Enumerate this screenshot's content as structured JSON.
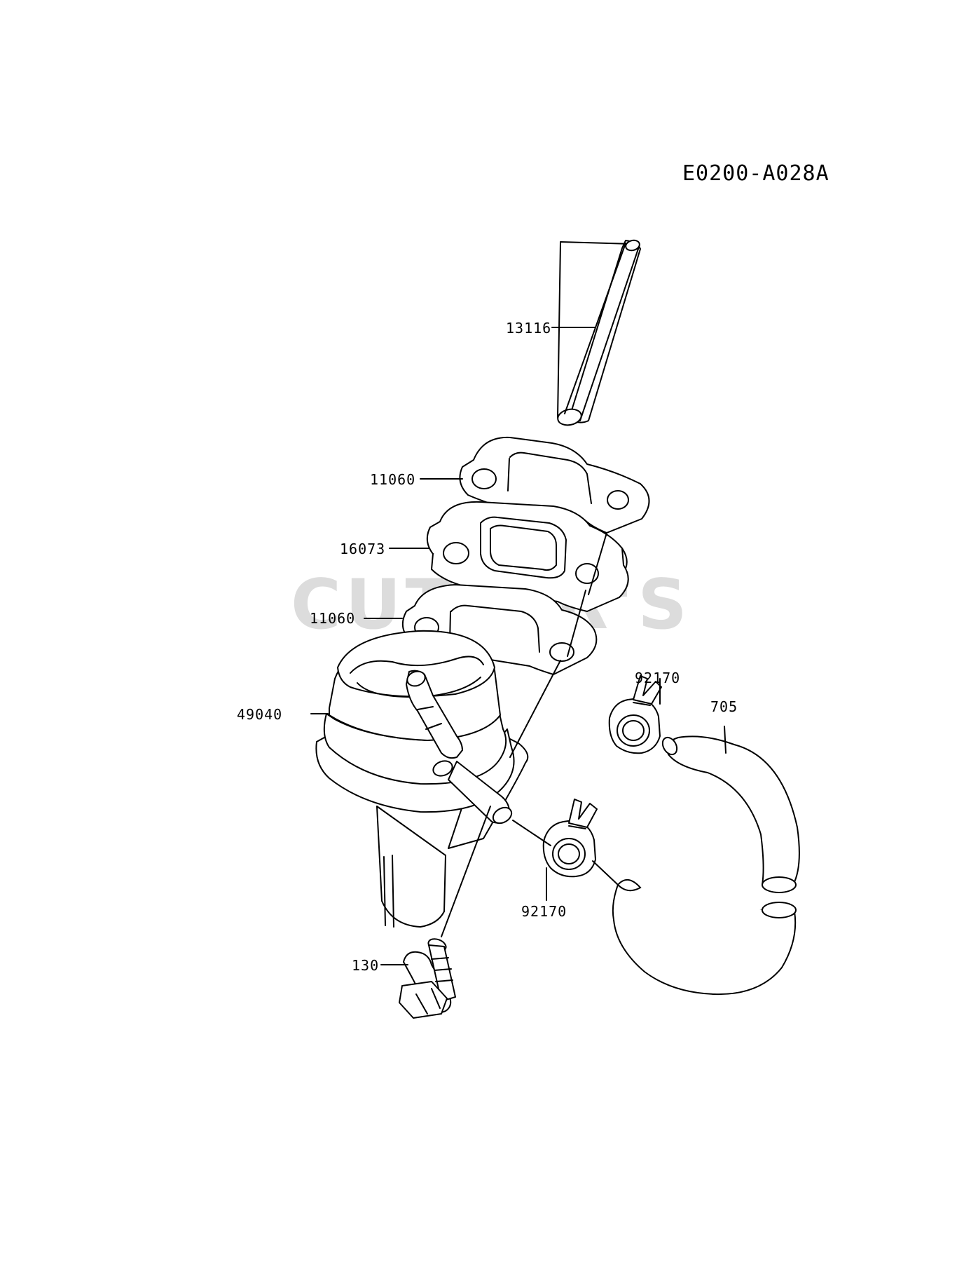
{
  "diagram_id": "E0200-A028A",
  "watermark": "CUTLER'S",
  "callouts": {
    "pipe": "13116",
    "gasket_top": "11060",
    "insulator": "16073",
    "gasket_bottom": "11060",
    "fuel_pump": "49040",
    "clamp_upper": "92170",
    "hose": "705",
    "clamp_lower": "92170",
    "bolt": "130"
  }
}
